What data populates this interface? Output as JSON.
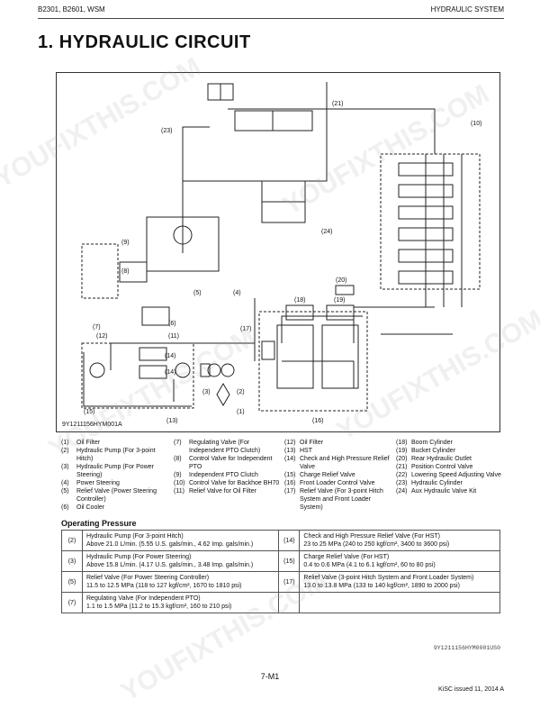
{
  "header": {
    "left": "B2301, B2601, WSM",
    "right": "HYDRAULIC SYSTEM"
  },
  "title": "1.  HYDRAULIC CIRCUIT",
  "diagram": {
    "code": "9Y1211156HYM001A",
    "callouts": [
      "(1)",
      "(2)",
      "(3)",
      "(4)",
      "(5)",
      "(6)",
      "(7)",
      "(8)",
      "(9)",
      "(10)",
      "(11)",
      "(12)",
      "(13)",
      "(14)",
      "(15)",
      "(16)",
      "(17)",
      "(18)",
      "(19)",
      "(20)",
      "(21)",
      "(23)",
      "(24)"
    ]
  },
  "legend": {
    "col1": [
      {
        "num": "(1)",
        "text": "Oil Filter"
      },
      {
        "num": "(2)",
        "text": "Hydraulic Pump (For 3-point Hitch)"
      },
      {
        "num": "(3)",
        "text": "Hydraulic Pump (For Power Steering)"
      },
      {
        "num": "(4)",
        "text": "Power Steering"
      },
      {
        "num": "(5)",
        "text": "Relief Valve (Power Steering Controller)"
      },
      {
        "num": "(6)",
        "text": "Oil Cooler"
      }
    ],
    "col2": [
      {
        "num": "(7)",
        "text": "Regulating Valve (For Independent PTO Clutch)"
      },
      {
        "num": "(8)",
        "text": "Control Valve for Independent PTO"
      },
      {
        "num": "(9)",
        "text": "Independent PTO Clutch"
      },
      {
        "num": "(10)",
        "text": "Control Valve for Backhoe BH70"
      },
      {
        "num": "(11)",
        "text": "Relief Valve for Oil Filter"
      }
    ],
    "col3": [
      {
        "num": "(12)",
        "text": "Oil Filter"
      },
      {
        "num": "(13)",
        "text": "HST"
      },
      {
        "num": "(14)",
        "text": "Check and High Pressure Relief Valve"
      },
      {
        "num": "(15)",
        "text": "Charge Relief Valve"
      },
      {
        "num": "(16)",
        "text": "Front Loader Control Valve"
      },
      {
        "num": "(17)",
        "text": "Relief Valve (For 3-point Hitch System and Front Loader System)"
      }
    ],
    "col4": [
      {
        "num": "(18)",
        "text": "Boom Cylinder"
      },
      {
        "num": "(19)",
        "text": "Bucket Cylinder"
      },
      {
        "num": "(20)",
        "text": "Rear Hydraulic Outlet"
      },
      {
        "num": "(21)",
        "text": "Position Control Valve"
      },
      {
        "num": "(22)",
        "text": "Lowering Speed Adjusting Valve"
      },
      {
        "num": "(23)",
        "text": "Hydraulic Cylinder"
      },
      {
        "num": "(24)",
        "text": "Aux Hydraulic Valve Kit"
      }
    ]
  },
  "operating": {
    "title": "Operating Pressure",
    "rows": [
      {
        "ln": "(2)",
        "l1": "Hydraulic Pump (For 3-point Hitch)",
        "l2": "Above 21.0 L/min. (5.55 U.S. gals/min., 4.62 Imp. gals/min.)",
        "rn": "(14)",
        "r1": "Check and High Pressure Relief Valve (For HST)",
        "r2": "23 to 25 MPa (240 to 250 kgf/cm², 3400 to 3600 psi)"
      },
      {
        "ln": "(3)",
        "l1": "Hydraulic Pump (For Power Steering)",
        "l2": "Above 15.8 L/min. (4.17 U.S. gals/min., 3.48 Imp. gals/min.)",
        "rn": "(15)",
        "r1": "Charge Relief Valve (For HST)",
        "r2": "0.4 to 0.6 MPa (4.1 to 6.1 kgf/cm², 60 to 80 psi)"
      },
      {
        "ln": "(5)",
        "l1": "Relief Valve (For Power Steering Controller)",
        "l2": "11.5 to 12.5 MPa (118 to 127 kgf/cm², 1670 to 1810 psi)",
        "rn": "(17)",
        "r1": "Relief Valve (3-point Hitch System and Front Loader System)",
        "r2": "13.0 to 13.8 MPa (133 to 140 kgf/cm², 1890 to 2000 psi)"
      },
      {
        "ln": "(7)",
        "l1": "Regulating Valve (For Independent PTO)",
        "l2": "1.1 to 1.5 MPa (11.2 to 15.3 kgf/cm², 160 to 210 psi)",
        "rn": "",
        "r1": "",
        "r2": ""
      }
    ]
  },
  "figure_code": "9Y1211156HYM0001US0",
  "page_number": "7-M1",
  "issued": "KiSC issued 11, 2014 A",
  "watermark": "YOUFIXTHIS.COM"
}
